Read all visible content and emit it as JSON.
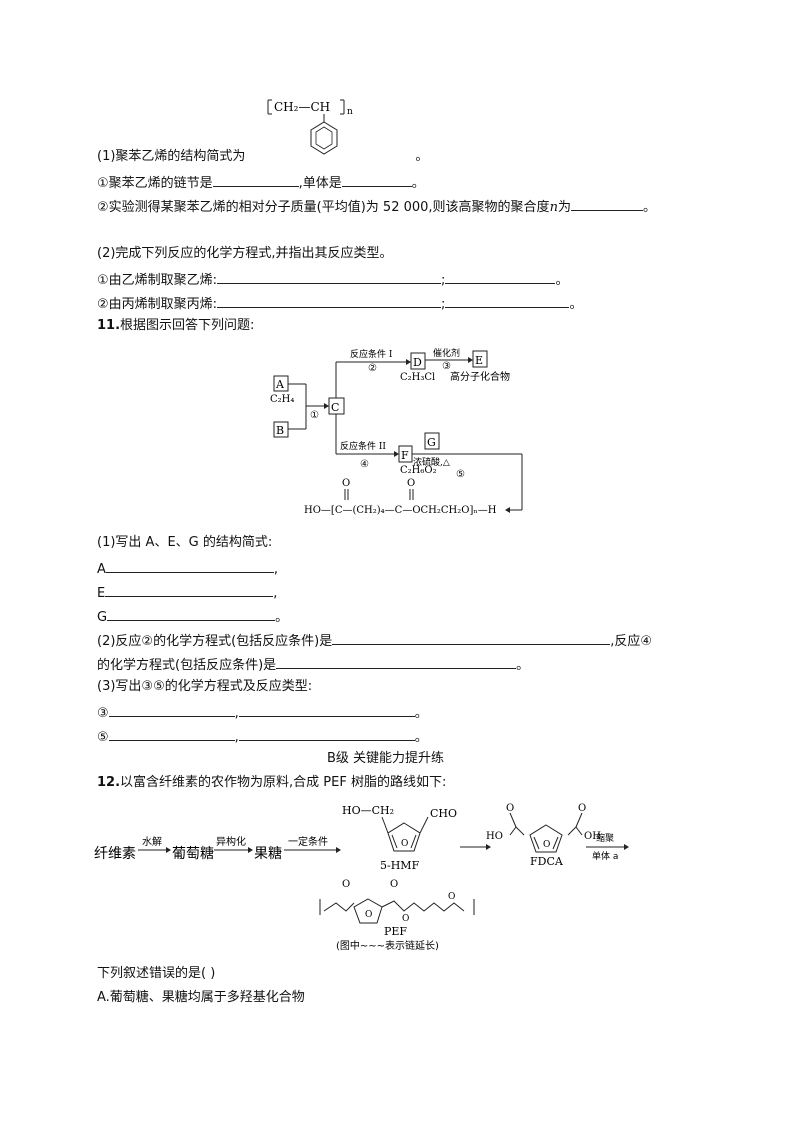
{
  "q10": {
    "p1_label": "(1)聚苯乙烯的结构简式为",
    "p1_end": "。",
    "polymer_formula": "CH₂—CH",
    "polymer_n": "n",
    "p1a_label": "①聚苯乙烯的链节是",
    "p1a_mid": ",单体是",
    "p1a_end": "。",
    "p1b_label": "②实验测得某聚苯乙烯的相对分子质量(平均值)为 52 000,则该高聚物的聚合度",
    "p1b_n": "n",
    "p1b_for": "为",
    "p1b_end": "。",
    "p2_label": "(2)完成下列反应的化学方程式,并指出其反应类型。",
    "p2a_label": "①由乙烯制取聚乙烯:",
    "p2b_label": "②由丙烯制取聚丙烯:",
    "semicolon": ";",
    "period": "。"
  },
  "q11": {
    "num": "11.",
    "stem": "根据图示回答下列问题:",
    "diagram": {
      "A": "A",
      "A_formula": "C₂H₄",
      "B": "B",
      "C": "C",
      "D": "D",
      "D_formula": "C₂H₃Cl",
      "E": "E",
      "E_label": "高分子化合物",
      "F": "F",
      "F_formula": "C₂H₆O₂",
      "G": "G",
      "cond1": "反应条件 I",
      "cond2": "反应条件 II",
      "catalyst": "催化剂",
      "acid": "浓硫酸,△",
      "s1": "①",
      "s2": "②",
      "s3": "③",
      "s4": "④",
      "s5": "⑤",
      "product": "HO—[C—(CH₂)₄—C—OCH₂CH₂O]ₙ—H",
      "o1": "O",
      "o2": "O"
    },
    "p1_label": "(1)写出 A、E、G 的结构简式:",
    "a_lbl": "A",
    "e_lbl": "E",
    "g_lbl": "G",
    "comma": ",",
    "period": "。",
    "p2_part1": "(2)反应②的化学方程式(包括反应条件)是",
    "p2_part2": ",反应④",
    "p2_line2": "的化学方程式(包括反应条件)是",
    "p3_label": "(3)写出③⑤的化学方程式及反应类型:",
    "c3": "③",
    "c5": "⑤"
  },
  "section": "B级  关键能力提升练",
  "q12": {
    "num": "12.",
    "stem": "以富含纤维素的农作物为原料,合成 PEF 树脂的路线如下:",
    "cellulose": "纤维素",
    "hydrolysis": "水解",
    "glucose": "葡萄糖",
    "isomerize": "异构化",
    "fructose": "果糖",
    "condition": "一定条件",
    "hmf_name": "5-HMF",
    "hmf_ho": "HO—CH₂",
    "hmf_cho": "CHO",
    "fdca": "FDCA",
    "oh": "OH",
    "ho": "HO",
    "o": "O",
    "polycond": "缩聚",
    "monomer": "单体 a",
    "pef": "PEF",
    "note": "(图中~~~表示链延长)",
    "question": "下列叙述错误的是(     )",
    "optionA": "A.葡萄糖、果糖均属于多羟基化合物"
  }
}
